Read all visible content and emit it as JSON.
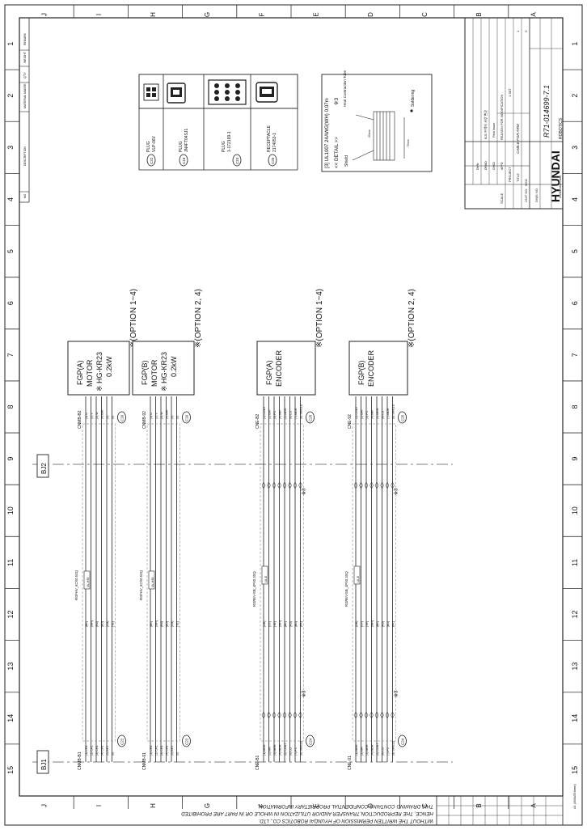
{
  "drawing": {
    "company": "HYUNDAI",
    "company_sub": "ROBOTICS",
    "title_label": "TITLE",
    "title": "CABLE FOR ARM",
    "dwg_no_label": "DWG NO.",
    "dwg_no": "R71-014699-7.1",
    "unit_label": "UNIT NO.",
    "unit_no": "6202",
    "project_label": "PROJECT",
    "scale_label": "SCALE",
    "qty": "1 SET",
    "revision": "C",
    "sheet": "1",
    "reason_label": "REASON FOR MODIFICATION",
    "reason_first": "First Issue",
    "reason_second": "BJ2 커넥터 사양 변경",
    "approved_label": "APPD",
    "checked_label": "CHKD",
    "drawn_label": "DRWD",
    "design_label": "DWN",
    "confidential": "Confidential Class",
    "notice_1": "THIS DRAWING CONTAINS CONFIDENTIAL PROPRIETARY INFORMATION,",
    "notice_2": "HENCE, THE REPRODUCTION,TRANSFER AND/OR UTILIZATION IN WHOLE OR IN PART ARE PROHIBITED",
    "notice_3": "WITHOUT THE WRITTEN PERMISSION OF HYUNDAI ROBOTICS CO., LTD.",
    "paper": "A1 (840x594mm)"
  },
  "border": {
    "columns": [
      "1",
      "2",
      "3",
      "4",
      "5",
      "6",
      "7",
      "8",
      "9",
      "10",
      "11",
      "12",
      "13",
      "14",
      "15"
    ],
    "rows": [
      "A",
      "B",
      "C",
      "D",
      "E",
      "F",
      "G",
      "H",
      "I",
      "J"
    ]
  },
  "bom_headers": [
    "NO",
    "DESCRIPTION",
    "MATERIAL MAKER",
    "Q'TY",
    "WEIGHT",
    "REMARK"
  ],
  "connector_table": [
    {
      "ref": "C22",
      "type": "PLUG",
      "part": "VLP-06V"
    },
    {
      "ref": "C16",
      "type": "PLUG",
      "part": "JN4FT04SJ1"
    },
    {
      "ref": "C24",
      "type": "PLUG",
      "part": "1-172169-1"
    },
    {
      "ref": "C25",
      "type": "RECEPTACLE",
      "part": "2174053-1"
    }
  ],
  "detail": {
    "title": "[3] UL1007 24AWG(WH) 0.07m",
    "label": "<< DETAIL >>",
    "note": "※3",
    "shield": "Shield",
    "tube": "Heat Contraction Tube",
    "soldering": "Soldering",
    "dim1": "20mm",
    "dim2": "70mm"
  },
  "joints": {
    "bj1": "BJ1",
    "bj2": "BJ2"
  },
  "boxes": [
    {
      "title": "FGP(A)",
      "sub": "MOTOR",
      "option": "※(OPTION 1~4)",
      "model": "※ HG-KR23",
      "power": "0.2kW",
      "ref": "C16",
      "cable": "CNMB-B2",
      "bj1_cable": "CNMB-B1",
      "bj1_ref": "C22",
      "wire": "ROFHV_6CX0.5SQ",
      "wire_tag": "UL-H95"
    },
    {
      "title": "FGP(B)",
      "sub": "MOTOR",
      "option": "※(OPTION 2, 4)",
      "model": "※ HG-KR23",
      "power": "0.2kW",
      "ref": "C16",
      "cable": "CNMB-92",
      "bj1_cable": "CNMB-91",
      "bj1_ref": "C22",
      "wire": "ROFHV_6CX0.5SQ",
      "wire_tag": "UL-H95"
    },
    {
      "title": "FGP(A)",
      "sub": "ENCODER",
      "option": "※(OPTION 1~4)",
      "model": "",
      "power": "",
      "ref": "C25",
      "cable": "CNE-B2",
      "bj1_cable": "CNE-B1",
      "bj1_ref": "C24",
      "wire": "ROREV-SB_4PX0.3SQ",
      "wire_tag": "UL-E"
    },
    {
      "title": "FGP(B)",
      "sub": "ENCODER",
      "option": "※(OPTION 2, 4)",
      "model": "",
      "power": "",
      "ref": "C25",
      "cable": "CNE-92",
      "bj1_cable": "CNE-91",
      "bj1_ref": "C24",
      "wire": "ROREV-SB_4PX0.3SQ",
      "wire_tag": "UL-E"
    }
  ],
  "motor_pins": [
    "(1) U",
    "(2) V",
    "(3) W",
    "(4) BAT",
    "(5)",
    "(6)"
  ],
  "motor_pins_b1": [
    "(1) CR1",
    "(2) CR1",
    "(3) CR1",
    "(4) CR1",
    "(5) BRT",
    "(6)"
  ],
  "motor_colors": [
    "[BK]",
    "[WH]",
    "[RD]",
    "[BU]",
    "[GN]",
    "[YE]"
  ],
  "encoder_pins": [
    "(1) CONT",
    "(2) BAT",
    "(3) P5",
    "(4) MR",
    "(5) MRR",
    "(6) LG",
    "(7) MDR",
    "(8) SHIELD"
  ],
  "encoder_pins_b1": [
    "(1) MRR",
    "(2) MR",
    "(3) MRR",
    "(4) MDR",
    "(5) CONT",
    "(6) LG",
    "(7) P5",
    "(8) SHIELD"
  ],
  "encoder_colors": [
    "[OR]",
    "[GY]",
    "[YE]",
    "[WH]",
    "[BK]",
    "[RD]",
    "[BU]",
    "[PK]"
  ],
  "note_marker": "※3"
}
